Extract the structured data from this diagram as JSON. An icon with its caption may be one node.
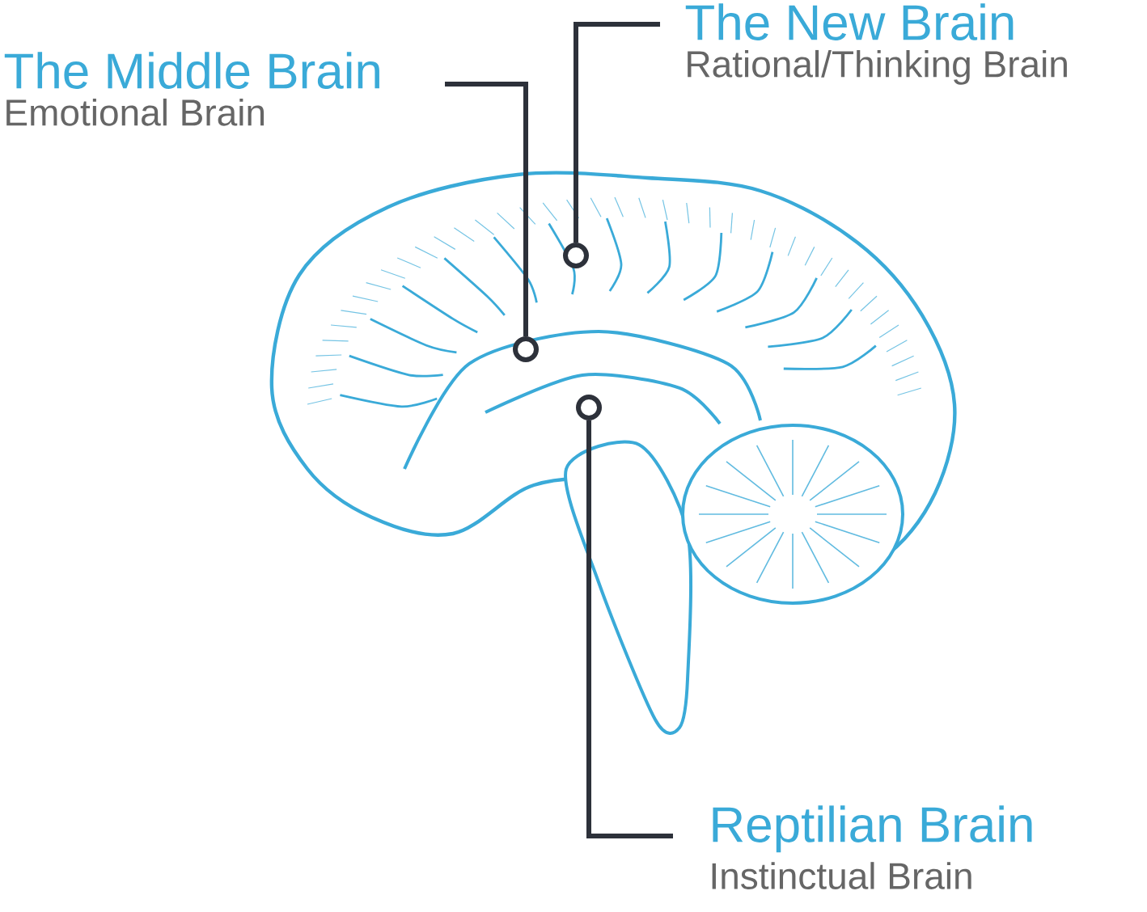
{
  "diagram": {
    "nodes": [
      {
        "text": [
          "The Middle Brain",
          "Emotional Brain"
        ]
      },
      {
        "text": [
          "The New Brain",
          "Rational/Thinking Brain"
        ]
      },
      {
        "text": [
          "Reptilian Brain",
          "Instinctual  Brain"
        ]
      },
      {
        "text": [],
        "shape": "circle"
      },
      {
        "text": [],
        "shape": "circle"
      },
      {
        "text": [],
        "shape": "circle"
      }
    ],
    "edges": [
      {
        "from": 0,
        "to": 3,
        "arrow": "none"
      },
      {
        "from": 1,
        "to": 4,
        "arrow": "none"
      },
      {
        "from": 2,
        "to": 5,
        "arrow": "none"
      }
    ]
  }
}
